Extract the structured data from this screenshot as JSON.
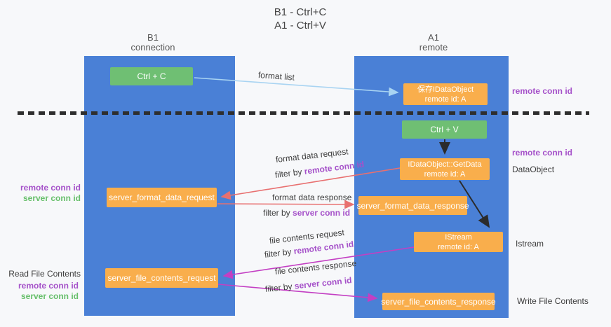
{
  "title": {
    "line1": "B1 - Ctrl+C",
    "line2": "A1 - Ctrl+V"
  },
  "columns": {
    "left": {
      "name": "B1",
      "role": "connection"
    },
    "right": {
      "name": "A1",
      "role": "remote"
    }
  },
  "nodes": {
    "ctrl_c": {
      "label": "Ctrl + C"
    },
    "ctrl_v": {
      "label": "Ctrl + V"
    },
    "save_dataobject": {
      "line1": "保存IDataObject",
      "line2": "remote id: A"
    },
    "getdata": {
      "line1": "IDataObject::GetData",
      "line2": "remote id: A"
    },
    "istream": {
      "line1": "IStream",
      "line2": "remote id: A"
    },
    "format_request": {
      "label": "server_format_data_request"
    },
    "format_response": {
      "label": "server_format_data_response"
    },
    "file_request": {
      "label": "server_file_contents_request"
    },
    "file_response": {
      "label": "server_file_contents_response"
    }
  },
  "arrow_labels": {
    "format_list": "format list",
    "filter_by": "filter by",
    "format_data_request": "format data request",
    "format_data_request_key": "remote conn id",
    "format_data_response": "format data response",
    "format_data_response_key": "server conn id",
    "file_contents_request": "file contents request",
    "file_contents_request_key": "remote conn id",
    "file_contents_response": "file contents response",
    "file_contents_response_key": "server conn id"
  },
  "side_labels": {
    "right_remote_conn_top": "remote conn id",
    "right_remote_conn_mid": "remote conn id",
    "right_dataobject": "DataObject",
    "right_istream": "Istream",
    "right_write_file": "Write File Contents",
    "left_remote_conn_1": "remote conn id",
    "left_server_conn_1": "server conn id",
    "left_read_file": "Read File Contents",
    "left_remote_conn_2": "remote conn id",
    "left_server_conn_2": "server conn id"
  },
  "colors": {
    "bg": "#f7f8fa",
    "column-blue": "#4a80d6",
    "box-green": "#6fbf73",
    "box-orange": "#f9ae4c",
    "text-dark": "#3d3d3d",
    "label-purple": "#a551c9",
    "label-green": "#67bf6b",
    "arrow-lightblue": "#a9d4f2",
    "arrow-red": "#e87070",
    "arrow-magenta": "#c33fc3",
    "arrow-black": "#2b2b2b",
    "dash-line": "#2e2e2e"
  }
}
